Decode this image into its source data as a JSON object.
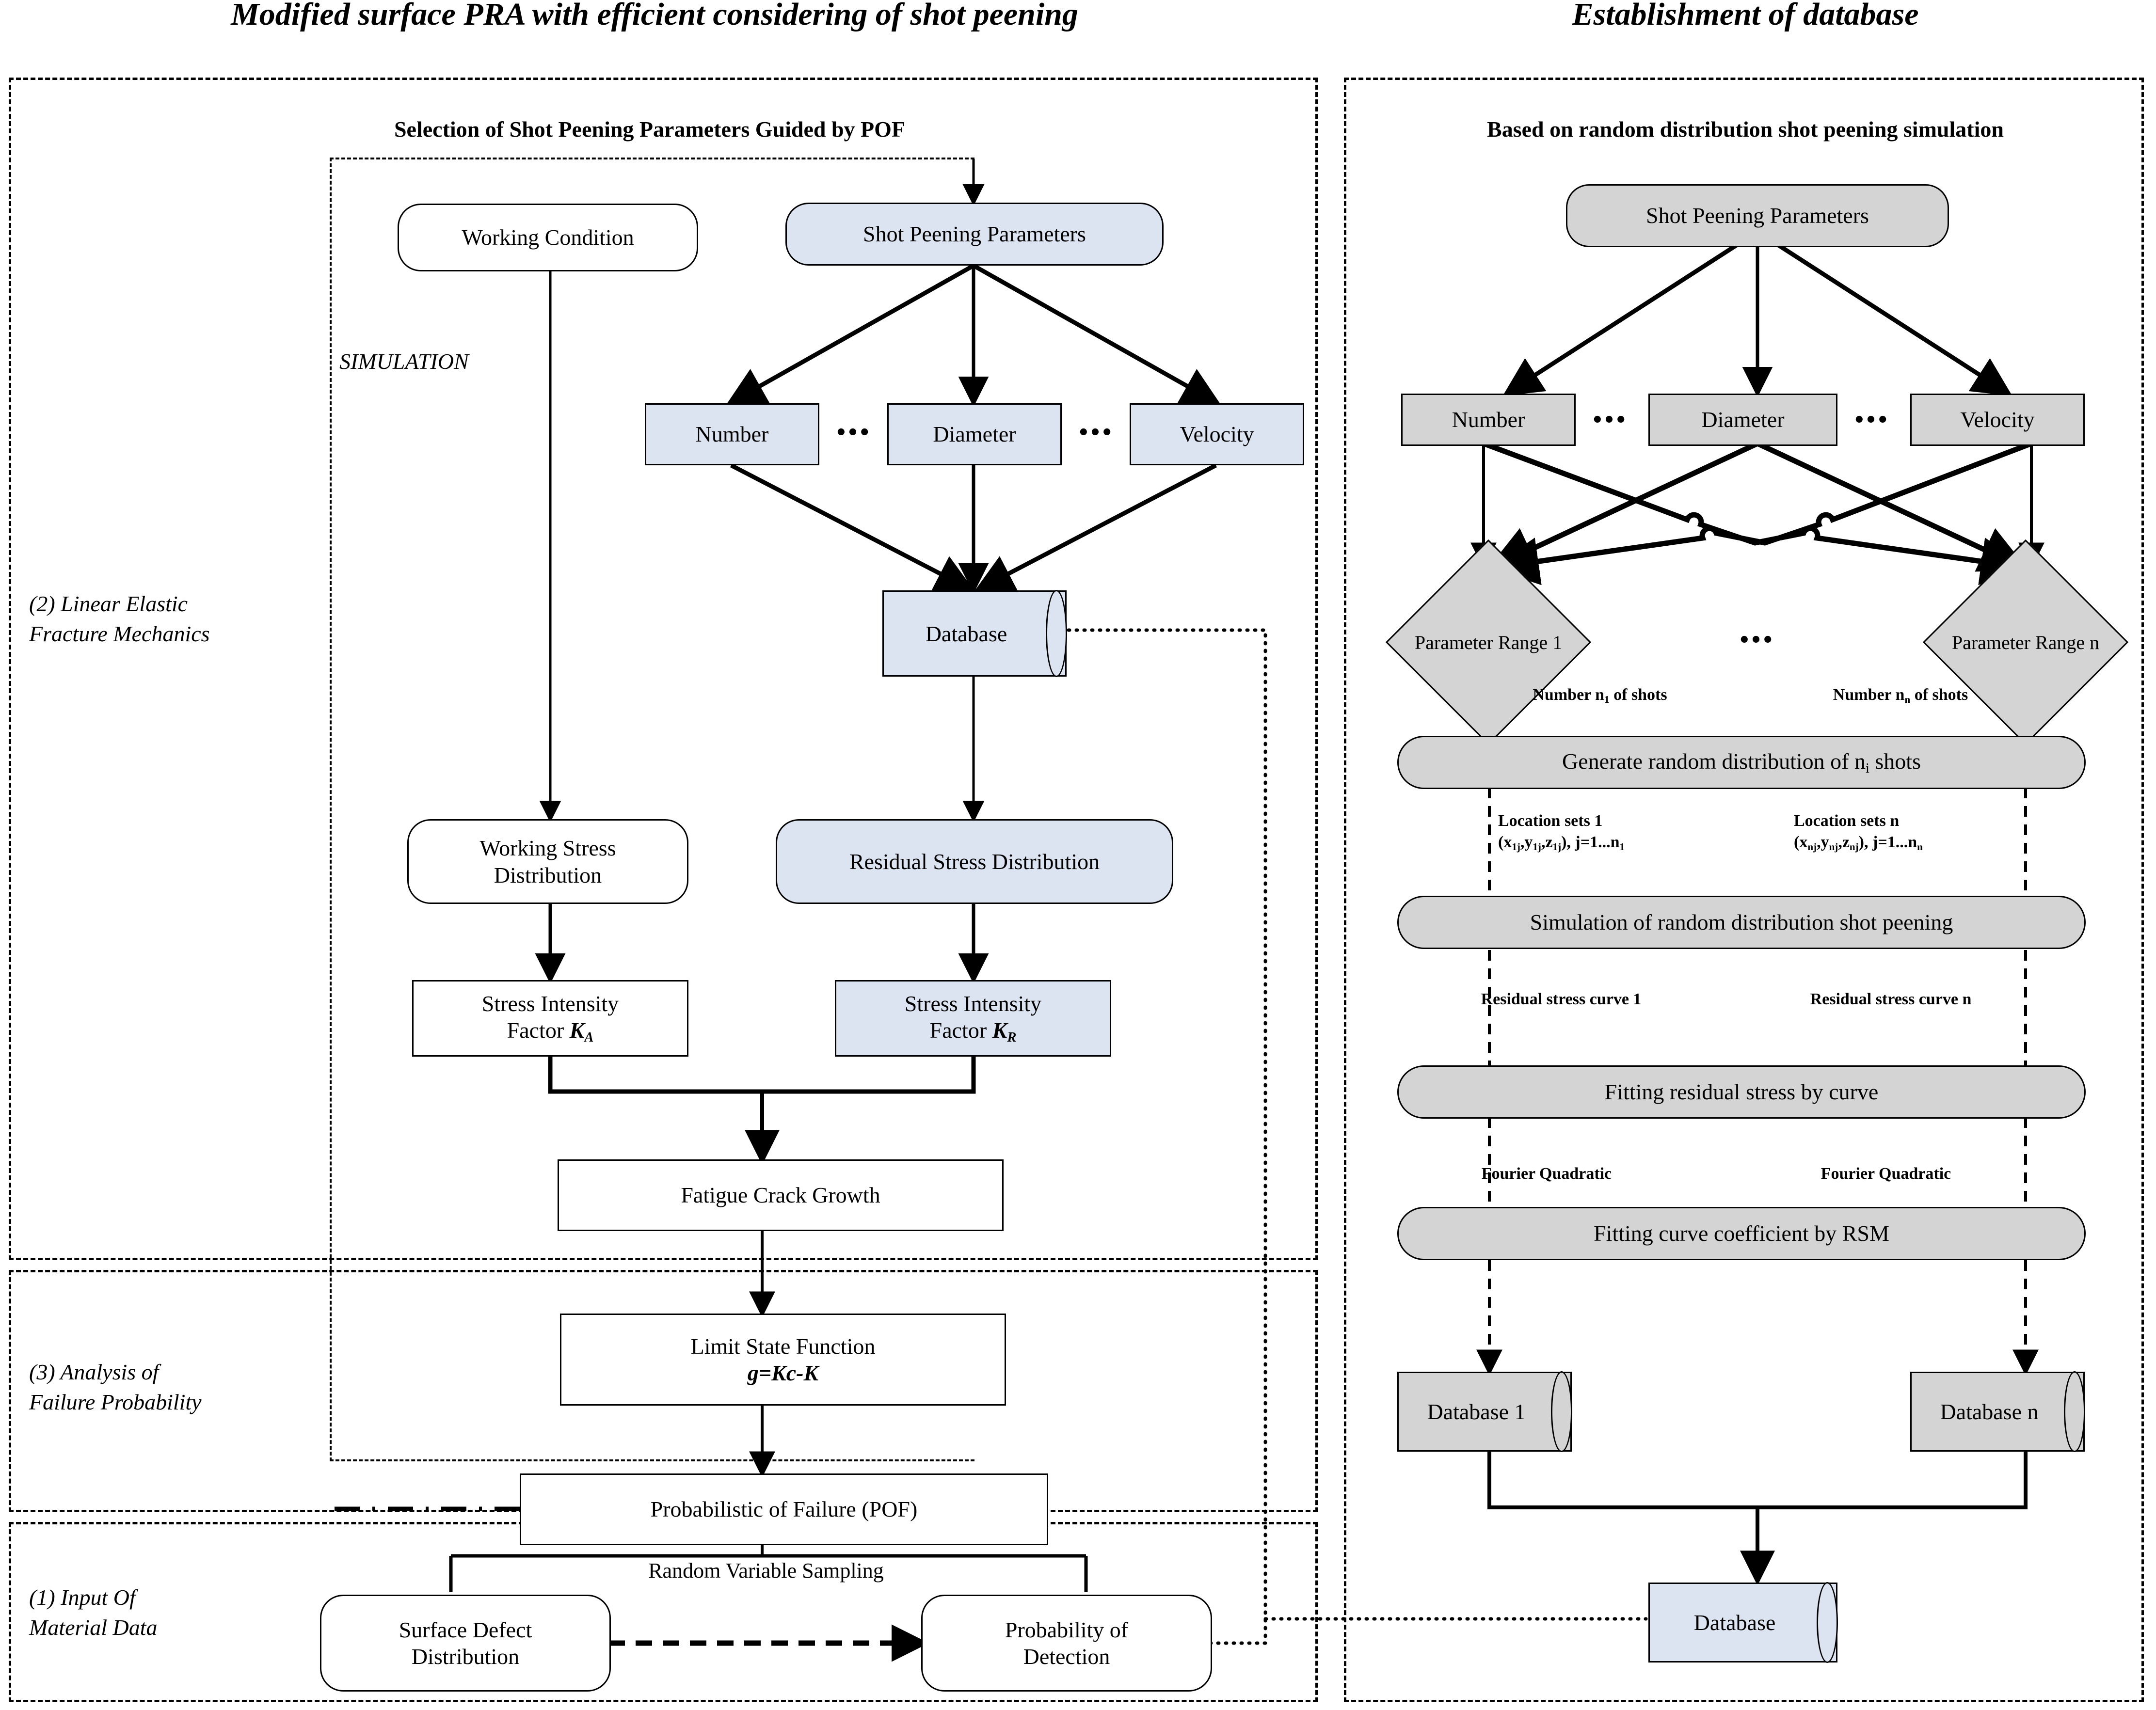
{
  "titles": {
    "left": "Modified surface PRA with efficient considering of shot peening",
    "right": "Establishment of database",
    "left_sub": "Selection of Shot Peening Parameters Guided by POF",
    "right_sub": "Based on random distribution shot peening simulation"
  },
  "stage_labels": {
    "lef": "(2) Linear Elastic\nFracture Mechanics",
    "lef_l1": "(2) Linear Elastic",
    "lef_l2": "Fracture Mechanics",
    "pof_l1": "(3) Analysis  of",
    "pof_l2": "Failure Probability",
    "input_l1": "(1) Input Of",
    "input_l2": "Material  Data",
    "simulation": "SIMULATION"
  },
  "left_nodes": {
    "working_condition": "Working Condition",
    "shot_peening_parameters": "Shot Peening Parameters",
    "number": "Number",
    "diameter": "Diameter",
    "velocity": "Velocity",
    "database": "Database",
    "working_stress_distribution": "Working Stress\nDistribution",
    "working_stress_l1": "Working Stress",
    "working_stress_l2": "Distribution",
    "residual_stress_distribution": "Residual Stress Distribution",
    "sif_a_l1": "Stress Intensity",
    "sif_a_l2": "Factor",
    "sif_a_sym": "K",
    "sif_a_subscript": "A",
    "sif_r_l1": "Stress Intensity",
    "sif_r_l2": "Factor",
    "sif_r_sym": "K",
    "sif_r_subscript": "R",
    "fatigue_crack_growth": "Fatigue Crack Growth",
    "limit_state_l1": "Limit State Function",
    "limit_state_l2": "g=Kc-K",
    "pof": "Probabilistic of Failure (POF)",
    "random_variable_sampling": "Random Variable Sampling",
    "surface_defect_l1": "Surface Defect",
    "surface_defect_l2": "Distribution",
    "pod_l1": "Probability of",
    "pod_l2": "Detection"
  },
  "right_nodes": {
    "shot_peening_parameters": "Shot Peening Parameters",
    "number": "Number",
    "diameter": "Diameter",
    "velocity": "Velocity",
    "param_range_1": "Parameter Range 1",
    "param_range_n": "Parameter Range n",
    "generate_random": "Generate random distribution of n",
    "generate_random_sub": "i",
    "generate_random_tail": " shots",
    "simulation_shot_peening": "Simulation of random distribution shot peening",
    "fitting_residual_stress": "Fitting residual stress by curve",
    "fitting_curve_coefficient": "Fitting curve coefficient by RSM",
    "database_1": "Database  1",
    "database_n": "Database n",
    "database": "Database"
  },
  "right_edge_labels": {
    "number_shots_1": "Number n",
    "number_shots_1_sub": "1",
    "number_shots_tail": " of shots",
    "number_shots_n": "Number n",
    "number_shots_n_sub": "n",
    "location_sets_1": "Location sets 1",
    "location_sets_n": "Location sets n",
    "coords_1": "(x1j,y1j,z1j), j=1...n1",
    "coords_n": "(xnj,ynj,znj), j=1...nn",
    "residual_curve_1": "Residual stress curve 1",
    "residual_curve_n": "Residual stress curve n",
    "fourier_quadratic_1": "Fourier Quadratic",
    "fourier_quadratic_2": "Fourier Quadratic"
  },
  "ellipsis": "•••",
  "colors": {
    "blue_fill": "#dce4f2",
    "grey_fill": "#d4d4d4",
    "stroke": "#000000"
  }
}
